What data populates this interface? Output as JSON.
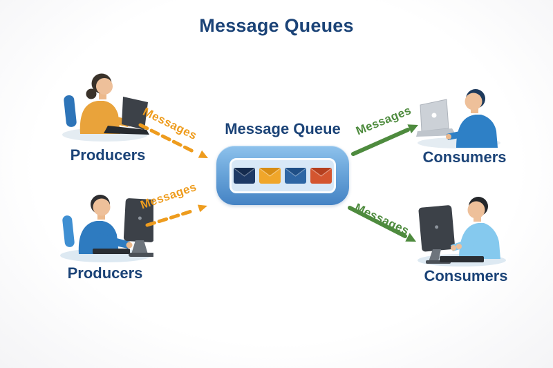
{
  "title": "Message Queues",
  "queue": {
    "label": "Message Queue",
    "envelopes": [
      {
        "name": "envelope-navy",
        "color": "#1e3a66",
        "flap": "#152b4e"
      },
      {
        "name": "envelope-gold",
        "color": "#f0a62a",
        "flap": "#d88d14"
      },
      {
        "name": "envelope-blue",
        "color": "#2e66a4",
        "flap": "#1f4f86"
      },
      {
        "name": "envelope-red",
        "color": "#d4552f",
        "flap": "#b53f1e"
      }
    ]
  },
  "producers": [
    {
      "label": "Producers"
    },
    {
      "label": "Producers"
    }
  ],
  "consumers": [
    {
      "label": "Consumers"
    },
    {
      "label": "Consumers"
    }
  ],
  "arrows": [
    {
      "label": "Messages",
      "style": "dashed",
      "color": "#ee9c1e",
      "from": "producer-1",
      "to": "queue"
    },
    {
      "label": "Messages",
      "style": "dashed",
      "color": "#ee9c1e",
      "from": "producer-2",
      "to": "queue"
    },
    {
      "label": "Messages",
      "style": "solid",
      "color": "#4e8b3e",
      "from": "queue",
      "to": "consumer-1"
    },
    {
      "label": "Messages",
      "style": "solid",
      "color": "#4e8b3e",
      "from": "queue",
      "to": "consumer-2"
    }
  ],
  "colors": {
    "heading_text": "#1b4377",
    "queue_gradient_top": "#8ec2ec",
    "queue_gradient_bottom": "#4583c4",
    "queue_inner": "#d8e8f7",
    "arrow_orange": "#ee9c1e",
    "arrow_green": "#4e8b3e",
    "background": "#ffffff"
  }
}
